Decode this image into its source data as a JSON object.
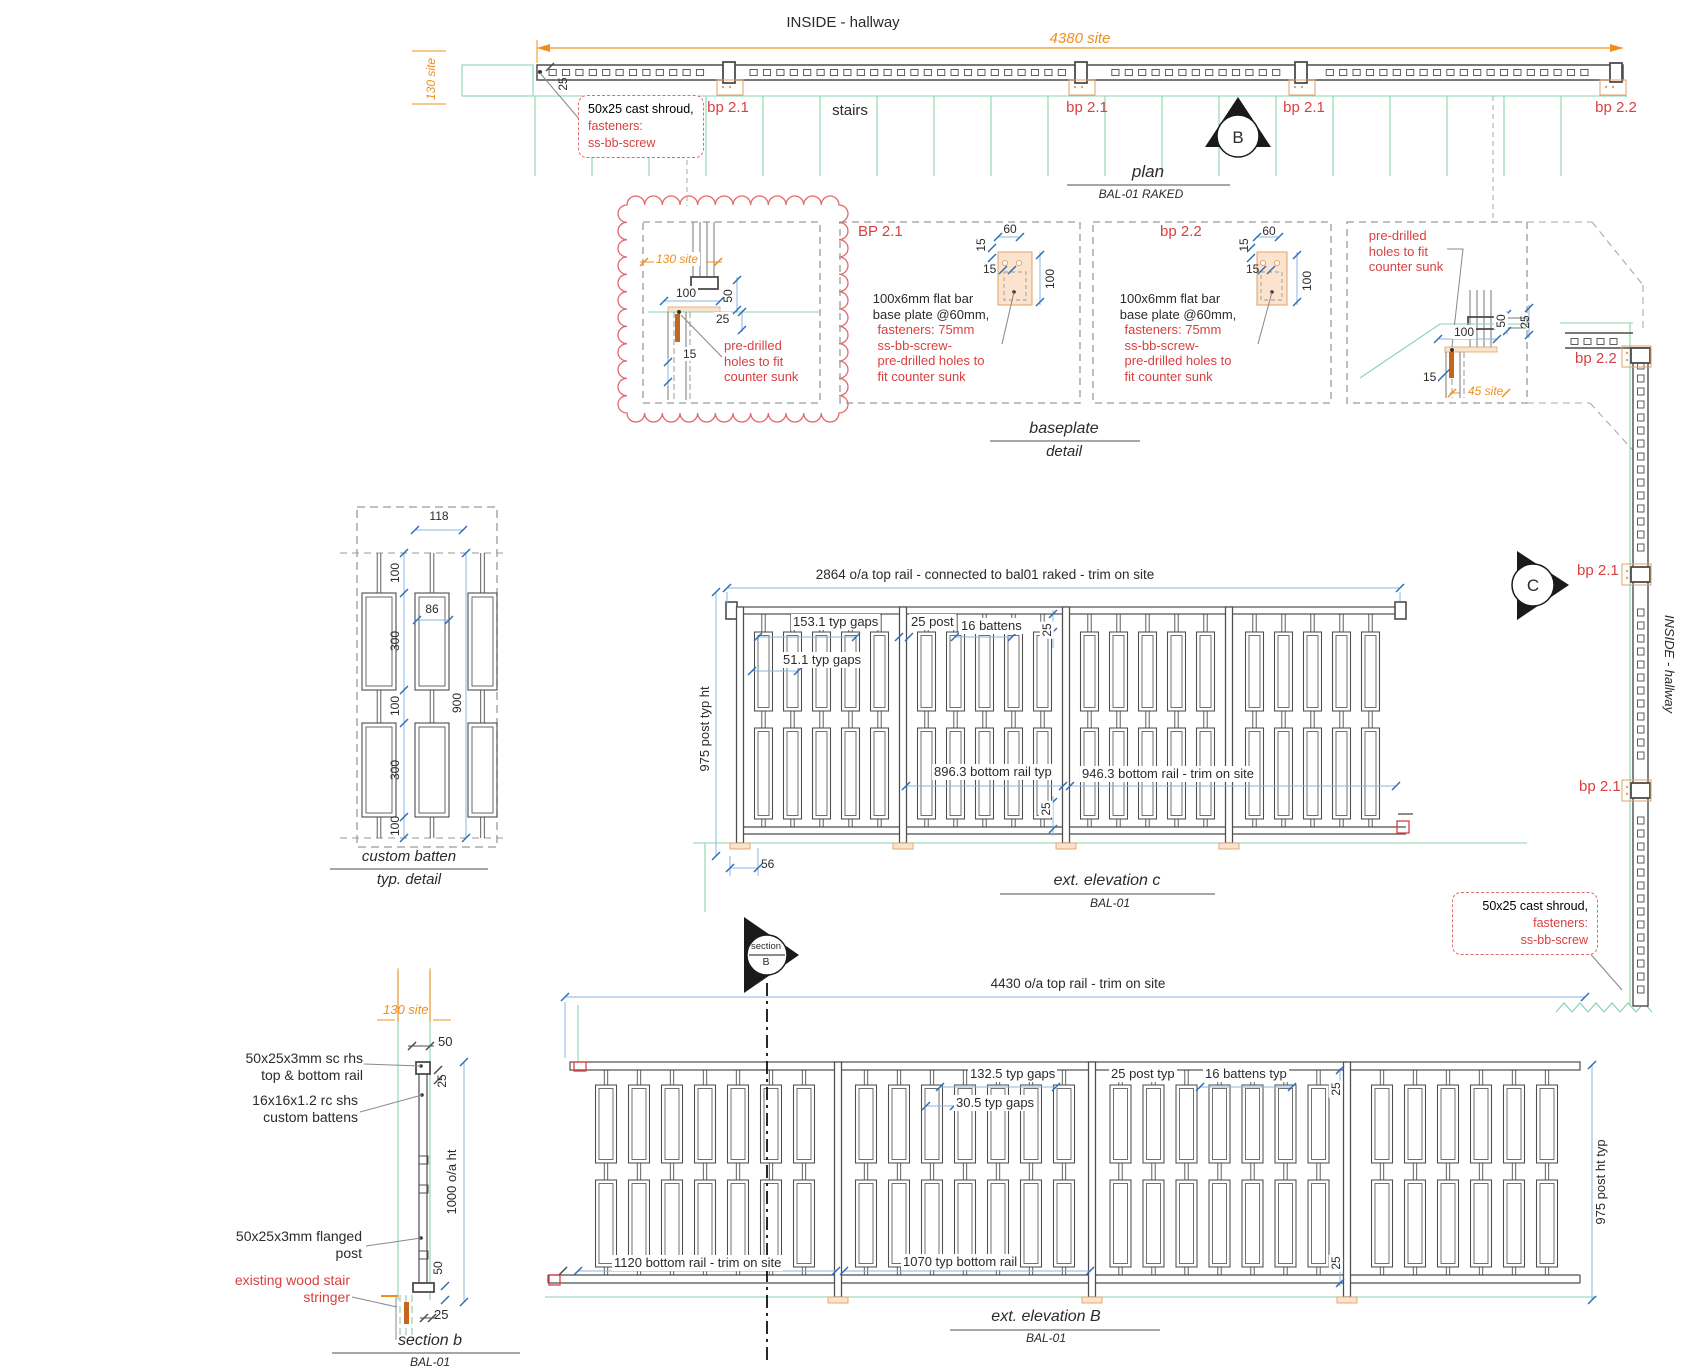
{
  "colors": {
    "accent_red": "#d94040",
    "accent_orange": "#ef8f1c",
    "dim_blue": "#5b9bd5",
    "stair_green": "#86d5ac",
    "linework": "#4d4d4d",
    "baseplate_fill": "#fbe3cd"
  },
  "plan": {
    "inside": "INSIDE - hallway",
    "dim_site": "4380 site",
    "dim_site_v": "130 site",
    "d25": "25",
    "shroud1": "50x25 cast shroud,",
    "shroud2": "fasteners:",
    "shroud3": "ss-bb-screw",
    "bp_a": "bp 2.1",
    "stairs": "stairs",
    "bp_b": "bp 2.1",
    "bp_c": "bp 2.1",
    "bp_d": "bp 2.2",
    "marker": "B",
    "title": "plan",
    "subtitle": "BAL-01 RAKED"
  },
  "baseplate": {
    "title": "baseplate",
    "subtitle": "detail",
    "cloud_site": "130 site",
    "cloud_100": "100",
    "cloud_50": "50",
    "cloud_25": "25",
    "cloud_15": "15",
    "cloud_note": "pre-drilled\nholes to fit\ncounter sunk",
    "bp21_label": "BP 2.1",
    "bp22_label": "bp 2.2",
    "d15": "15",
    "d60": "60",
    "d100": "100",
    "note_black": "100x6mm flat bar\nbase plate @60mm,",
    "note_red": "fasteners: 75mm\nss-bb-screw-\npre-drilled holes to\nfit counter sunk",
    "corner_note": "pre-drilled\nholes to fit\ncounter sunk",
    "corner_100": "100",
    "corner_50": "50",
    "corner_25": "25",
    "corner_15": "15",
    "corner_site": "45 site"
  },
  "return_run": {
    "bp22": "bp 2.2",
    "bp21_a": "bp 2.1",
    "bp21_b": "bp 2.1",
    "inside": "INSIDE - hallway",
    "marker": "C",
    "shroud1": "50x25 cast shroud,",
    "shroud2": "fasteners:",
    "shroud3": "ss-bb-screw"
  },
  "batten_detail": {
    "title": "custom batten",
    "subtitle": "typ. detail",
    "d118": "118",
    "d86": "86",
    "d100": "100",
    "d300": "300",
    "d900": "900"
  },
  "elevation_c": {
    "dim_top": "2864 o/a top rail - connected to bal01 raked - trim on site",
    "gaps_a": "153.1 typ gaps",
    "gaps_b": "51.1 typ gaps",
    "post": "25 post",
    "battens": "16 battens",
    "d25": "25",
    "post_ht": "975 post typ ht",
    "rail_a": "896.3 bottom rail typ",
    "rail_b": "946.3 bottom rail - trim on site",
    "d56": "56",
    "title": "ext. elevation c",
    "subtitle": "BAL-01"
  },
  "section_b": {
    "dim_site": "130 site",
    "d50": "50",
    "d25": "25",
    "note_rail": "50x25x3mm sc rhs\ntop & bottom rail",
    "note_battens": "16x16x1.2 rc shs\ncustom battens",
    "note_post": "50x25x3mm flanged\npost",
    "note_stringer": "existing wood stair\nstringer",
    "d1000": "1000 o/a ht",
    "title": "section b",
    "subtitle": "BAL-01"
  },
  "elevation_b": {
    "marker_a": "section",
    "marker_b": "B",
    "dim_top": "4430 o/a top rail - trim on site",
    "gaps_a": "132.5 typ gaps",
    "gaps_b": "30.5 typ gaps",
    "post": "25 post typ",
    "battens": "16 battens typ",
    "d25": "25",
    "rail_a": "1120 bottom rail - trim on site",
    "rail_b": "1070 typ bottom rail",
    "post_ht": "975 post ht typ",
    "title": "ext. elevation B",
    "subtitle": "BAL-01"
  }
}
